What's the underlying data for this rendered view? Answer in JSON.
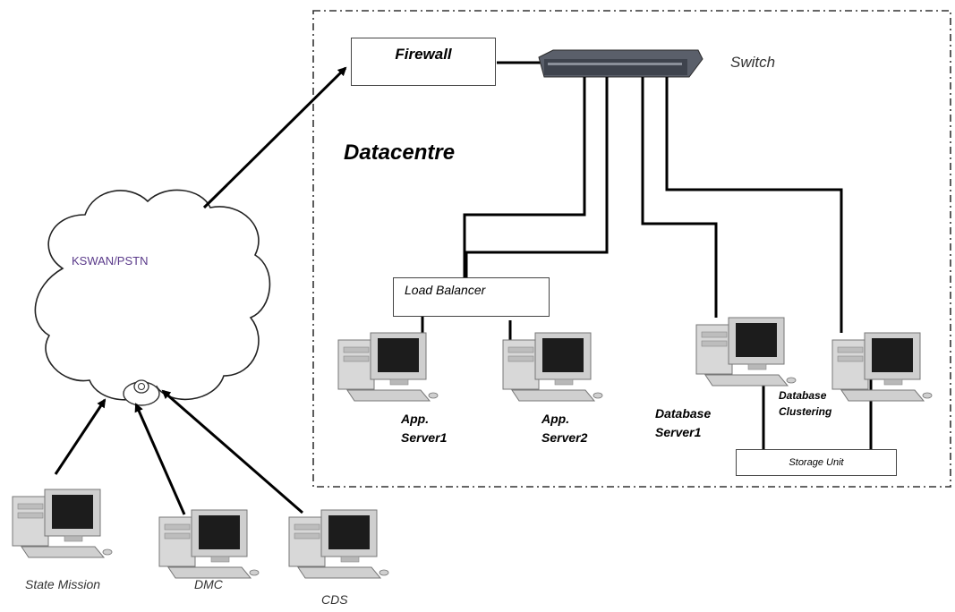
{
  "datacentre": {
    "title": "Datacentre"
  },
  "firewall": {
    "label": "Firewall"
  },
  "switch": {
    "label": "Switch"
  },
  "cloud": {
    "label": "KSWAN/PSTN"
  },
  "load_balancer": {
    "label": "Load Balancer"
  },
  "storage": {
    "label": "Storage Unit"
  },
  "servers": {
    "app1": {
      "line1": "App.",
      "line2": "Server1"
    },
    "app2": {
      "line1": "App.",
      "line2": "Server2"
    },
    "db1": {
      "line1": "Database",
      "line2": "Server1"
    },
    "clustering": {
      "line1": "Database",
      "line2": "Clustering"
    }
  },
  "clients": {
    "state_mission": "State Mission",
    "dmc": "DMC",
    "cds": "CDS"
  },
  "colors": {
    "cloud_label": "#5a3a8a",
    "line": "#000000",
    "cabinet": "#d6d6d6",
    "monitor": "#cfcfcf",
    "screen": "#1a1a1a"
  },
  "icons": [
    "computer-icon",
    "network-switch-icon",
    "modem-icon",
    "cloud-shape"
  ]
}
